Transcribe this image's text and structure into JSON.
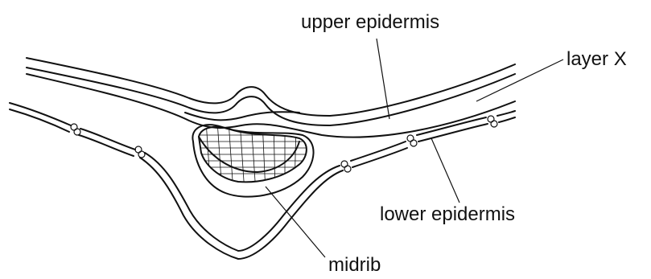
{
  "labels": {
    "upper_epidermis": "upper epidermis",
    "layer_x": "layer X",
    "lower_epidermis": "lower epidermis",
    "midrib": "midrib"
  }
}
